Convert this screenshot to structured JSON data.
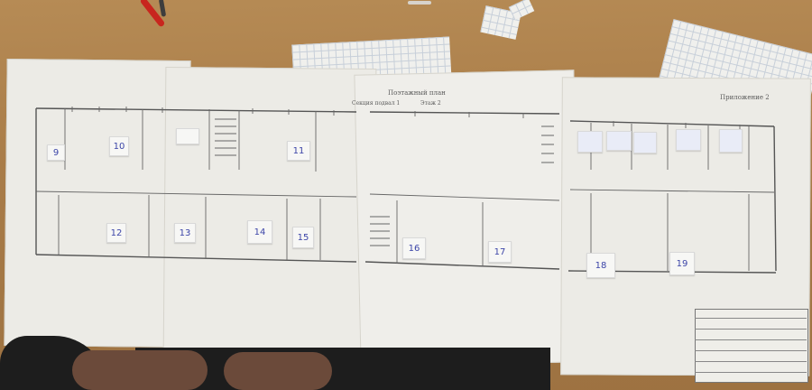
{
  "header": {
    "title": "Поэтажный план",
    "section": "Секция подвал 1",
    "floor_label": "Этаж 2",
    "appendix": "Приложение 2"
  },
  "room_notes": [
    "9",
    "10",
    "11",
    "12",
    "13",
    "14",
    "15",
    "16",
    "17",
    "18",
    "19"
  ],
  "colors": {
    "table": "#a97c48",
    "paper": "#ecebe6",
    "ink": "#3c45a8",
    "lines": "#5a5a5a"
  }
}
